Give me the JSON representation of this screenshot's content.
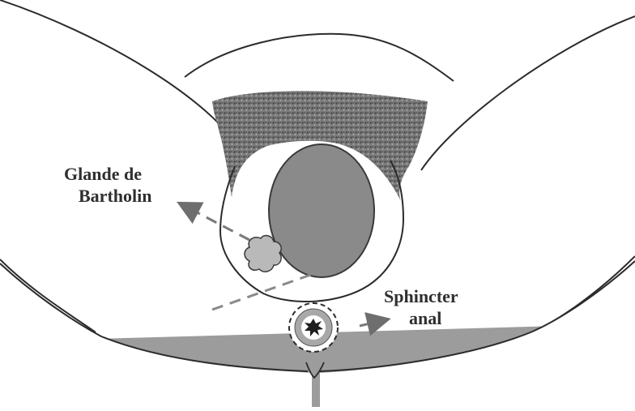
{
  "labels": {
    "bartholin_line1": "Glande de",
    "bartholin_line2": "Bartholin",
    "sphincter_line1": "Sphincter",
    "sphincter_line2": "anal"
  },
  "colors": {
    "outline": "#2b2b2b",
    "pubic_hair": "#6a6a6a",
    "vaginal_opening": "#8a8a8a",
    "gland": "#b9b9b9",
    "sphincter_ring": "#a8a8a8",
    "anus": "#1e1e1e",
    "background_panel": "#9c9c9c",
    "arrow": "#7a7a7a"
  }
}
